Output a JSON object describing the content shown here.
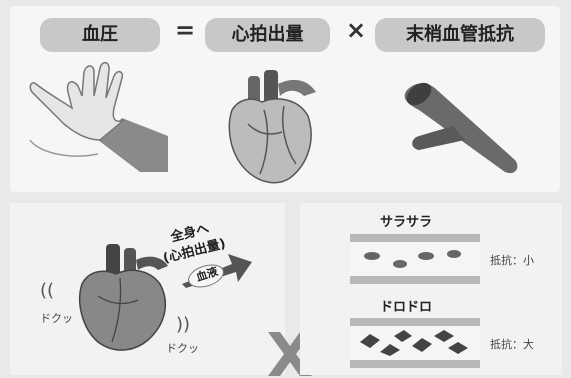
{
  "formula": {
    "term1": "血圧",
    "eq": "=",
    "term2": "心拍出量",
    "times": "×",
    "term3": "末梢血管抵抗"
  },
  "left_panel": {
    "heading_line1": "全身へ",
    "heading_line2": "(心拍出量)",
    "blood_label": "血液",
    "beat_left": "ドクッ",
    "beat_right": "ドクッ"
  },
  "right_panel": {
    "smooth_label": "サラサラ",
    "smooth_resistance": "抵抗：小",
    "thick_label": "ドロドロ",
    "thick_resistance": "抵抗：大"
  },
  "colors": {
    "pill_bg": "#c8c8c8",
    "cross": "#8a8a8a",
    "vessel_wall": "#b8b8b8",
    "vessel_inner": "#f5f5f5"
  },
  "icons": [
    "hand-pulse-icon",
    "heart-icon",
    "blood-vessel-icon",
    "heart-beat-icon",
    "arrow-icon",
    "cross-icon",
    "vessel-smooth-icon",
    "vessel-thick-icon"
  ]
}
